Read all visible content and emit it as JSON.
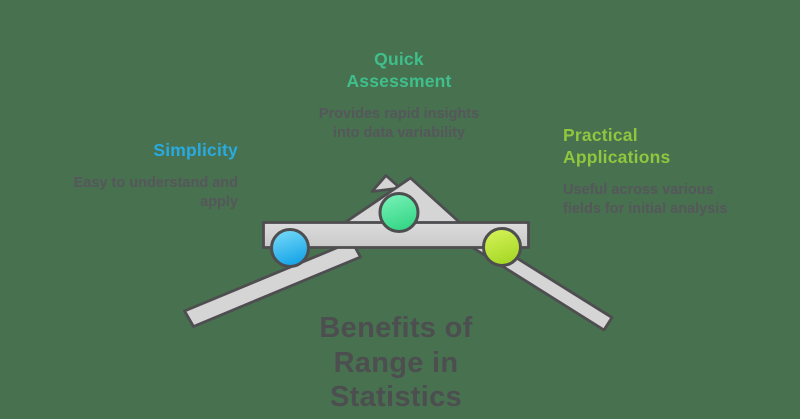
{
  "background_color": "#47714f",
  "text_color": "#55575b",
  "benefits": [
    {
      "id": "simplicity",
      "title_lines": [
        "Simplicity"
      ],
      "title_color": "#29abe2",
      "body_lines": [
        "Easy to understand and",
        "apply"
      ]
    },
    {
      "id": "quick-assessment",
      "title_lines": [
        "Quick",
        "Assessment"
      ],
      "title_color": "#3fbf8b",
      "body_lines": [
        "Provides rapid insights",
        "into data variability"
      ]
    },
    {
      "id": "practical-applications",
      "title_lines": [
        "Practical",
        "Applications"
      ],
      "title_color": "#8fc73e",
      "body_lines": [
        "Useful across various",
        "fields for initial analysis"
      ]
    }
  ],
  "main_title": {
    "lines": [
      "Benefits of",
      "Range in",
      "Statistics"
    ],
    "color": "#4d4e50"
  },
  "graphic": {
    "plank_fill": "#d5d5d5",
    "plank_fill_light": "#dcdcdc",
    "plank_stroke": "#4e4e50",
    "balls": {
      "simplicity": {
        "from": "#7edef9",
        "to": "#1aa6e9"
      },
      "quick_assessment": {
        "from": "#7df2ba",
        "to": "#38d888"
      },
      "practical_applications": {
        "from": "#d9f45c",
        "to": "#a8d928"
      }
    }
  }
}
